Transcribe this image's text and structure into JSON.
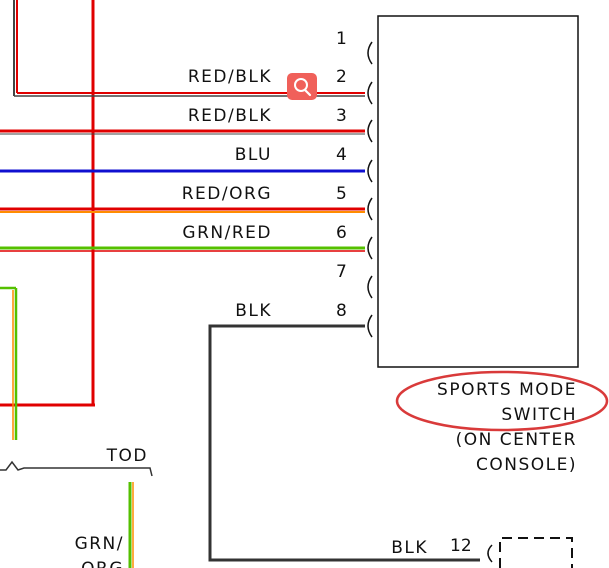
{
  "pins": [
    {
      "pin": "1",
      "wire": ""
    },
    {
      "pin": "2",
      "wire": "RED/BLK"
    },
    {
      "pin": "3",
      "wire": "RED/BLK"
    },
    {
      "pin": "4",
      "wire": "BLU"
    },
    {
      "pin": "5",
      "wire": "RED/ORG"
    },
    {
      "pin": "6",
      "wire": "GRN/RED"
    },
    {
      "pin": "7",
      "wire": ""
    },
    {
      "pin": "8",
      "wire": "BLK"
    }
  ],
  "component": {
    "line1": "SPORTS MODE",
    "line2": "SWITCH",
    "line3": "(ON CENTER",
    "line4": "CONSOLE)"
  },
  "tod_label": "TOD",
  "left_wire_label": {
    "line1": "GRN/",
    "line2": "ORG"
  },
  "bottom_wire": {
    "wire": "BLK",
    "pin": "12"
  },
  "colors": {
    "red": "#e00000",
    "blue": "#1010d0",
    "orange": "#ff8c00",
    "green": "#55c000",
    "black": "#333333",
    "highlight": "#d93a3a",
    "badge": "#f0605a"
  },
  "icons": {
    "zoom": "magnifier-icon"
  }
}
